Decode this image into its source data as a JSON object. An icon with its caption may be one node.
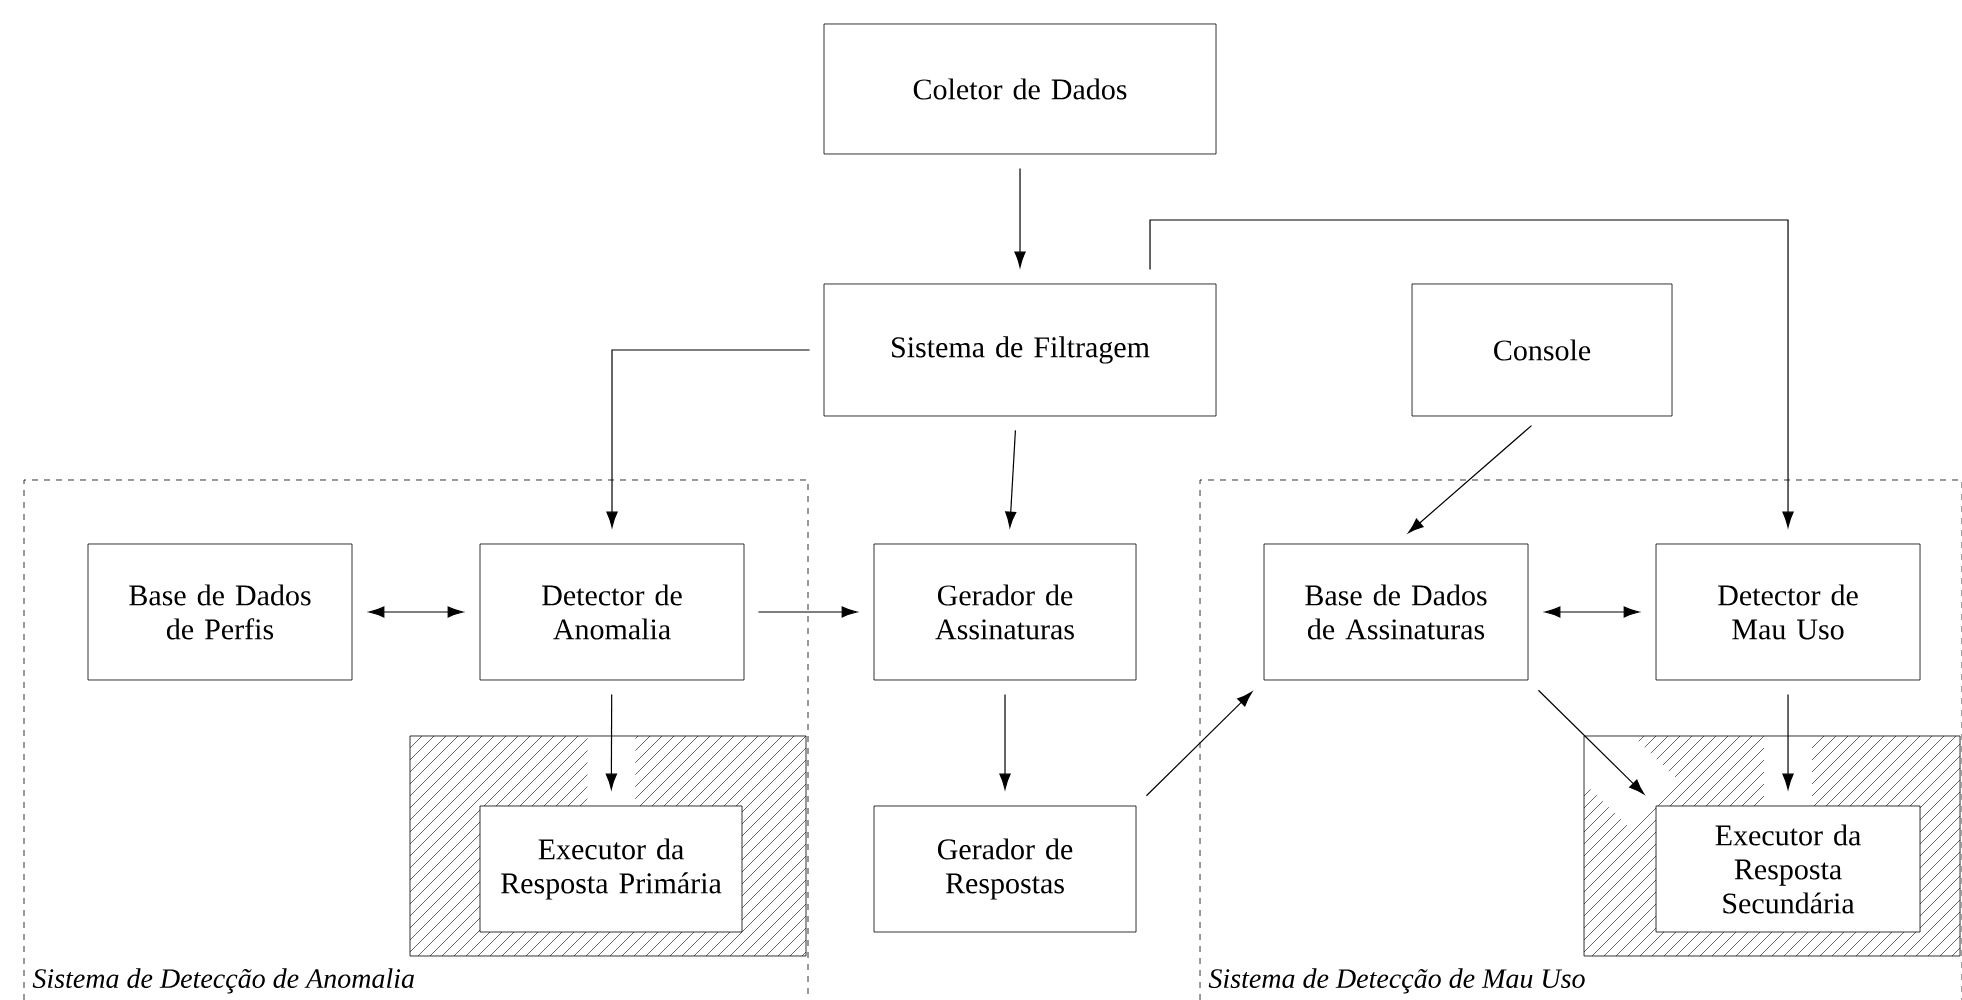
{
  "diagram": {
    "nodes": [
      {
        "text": [
          "Coletor de Dados"
        ]
      },
      {
        "text": [
          "Sistema de Filtragem"
        ]
      },
      {
        "text": [
          "Console"
        ]
      },
      {
        "text": [
          "Sistema de Detecção de Anomalia"
        ]
      },
      {
        "text": [
          "Base de Dados de Perfis"
        ],
        "in": 3
      },
      {
        "text": [
          "Detector de Anomalia"
        ],
        "in": 3
      },
      {
        "text": [],
        "shape": "box",
        "in": 3
      },
      {
        "text": [
          "Executor da Resposta Primária"
        ],
        "in": 6
      },
      {
        "text": [
          "Gerador de Assinaturas"
        ]
      },
      {
        "text": [
          "Gerador de Respostas"
        ]
      },
      {
        "text": [
          "Sistema de Detecção de Mau Uso"
        ]
      },
      {
        "text": [
          "Base de Dados de Assinaturas"
        ],
        "in": 10
      },
      {
        "text": [
          "Detector de Mau Uso"
        ],
        "in": 10
      },
      {
        "text": [],
        "shape": "box",
        "in": 10
      },
      {
        "text": [
          "Executor da Resposta Secundária"
        ],
        "in": 13
      }
    ],
    "edges": [
      {
        "from": 0,
        "to": 1,
        "arrow": "to"
      },
      {
        "from": 1,
        "to": 5,
        "arrow": "to"
      },
      {
        "from": 1,
        "to": 12,
        "arrow": "to"
      },
      {
        "from": 1,
        "to": 8,
        "arrow": "to"
      },
      {
        "from": 2,
        "to": 11,
        "arrow": "to"
      },
      {
        "from": 4,
        "to": 5,
        "arrow": "both"
      },
      {
        "from": 5,
        "to": 8,
        "arrow": "to"
      },
      {
        "from": 5,
        "to": 7,
        "arrow": "to"
      },
      {
        "from": 8,
        "to": 9,
        "arrow": "to"
      },
      {
        "from": 9,
        "to": 11,
        "arrow": "to"
      },
      {
        "from": 11,
        "to": 12,
        "arrow": "both"
      },
      {
        "from": 11,
        "to": 14,
        "arrow": "to"
      },
      {
        "from": 12,
        "to": 14,
        "arrow": "to"
      }
    ]
  }
}
